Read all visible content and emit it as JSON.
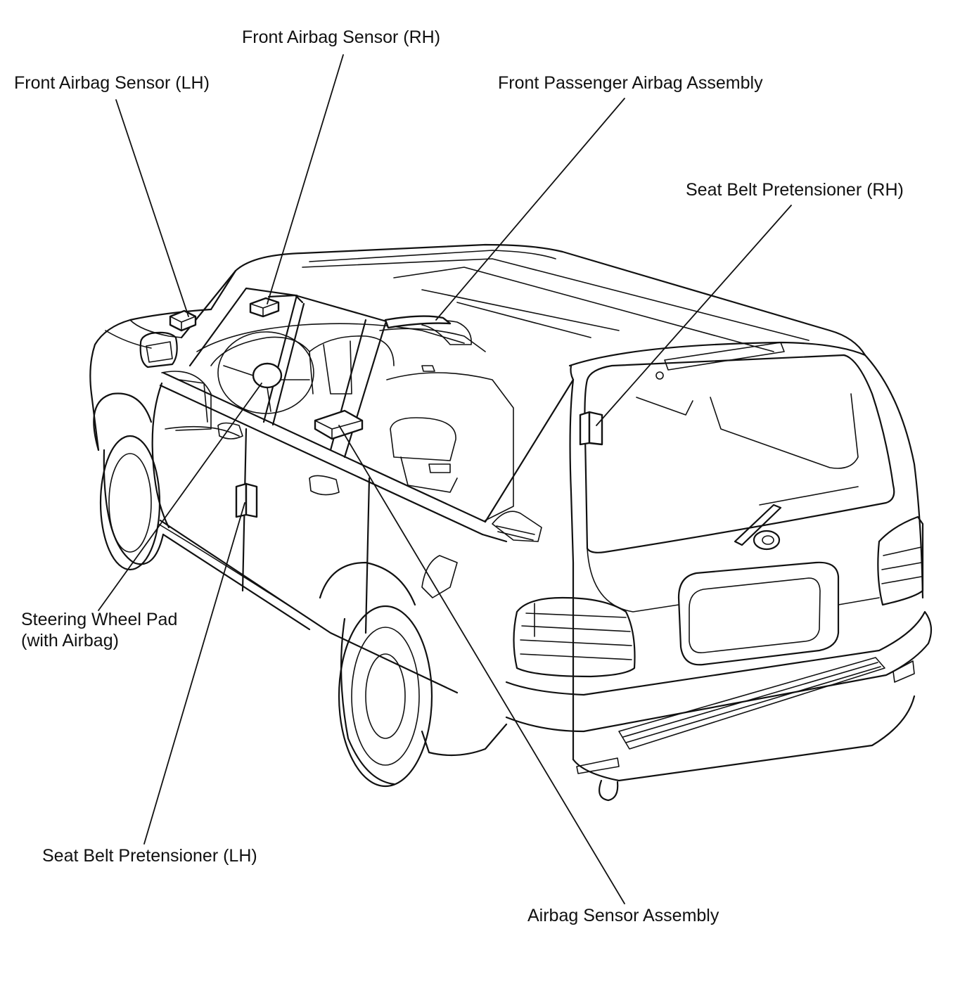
{
  "diagram": {
    "labels": {
      "front_airbag_sensor_rh": "Front Airbag Sensor (RH)",
      "front_airbag_sensor_lh": "Front Airbag Sensor (LH)",
      "front_passenger_airbag_assembly": "Front Passenger Airbag Assembly",
      "seat_belt_pretensioner_rh": "Seat Belt Pretensioner (RH)",
      "steering_wheel_pad_line1": "Steering Wheel Pad",
      "steering_wheel_pad_line2": "(with Airbag)",
      "seat_belt_pretensioner_lh": "Seat Belt Pretensioner (LH)",
      "airbag_sensor_assembly": "Airbag Sensor Assembly"
    },
    "colors": {
      "line": "#111111",
      "background": "#ffffff"
    }
  }
}
